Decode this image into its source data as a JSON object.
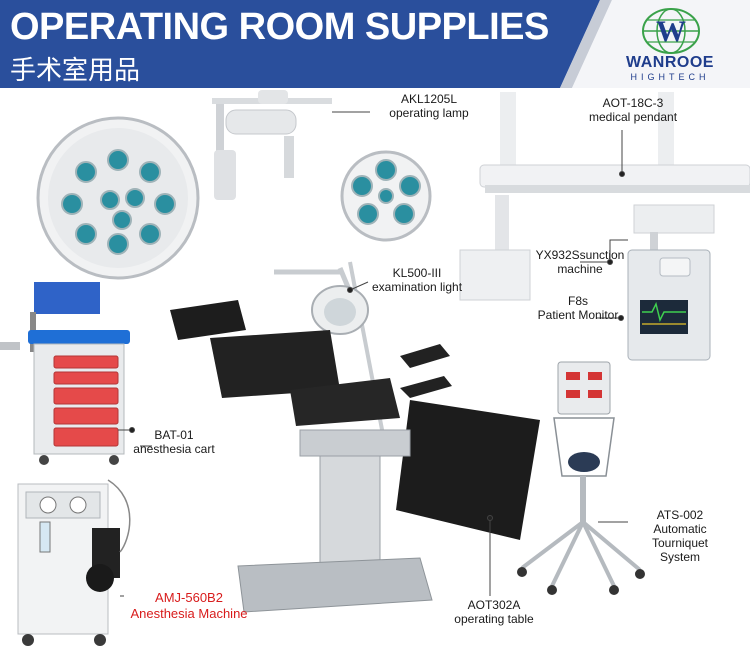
{
  "header": {
    "title": "OPERATING ROOM SUPPLIES",
    "subtitle": "手术室用品",
    "logo_name": "WANROOE",
    "logo_sub": "HIGHTECH",
    "colors": {
      "banner": "#2a4f9c",
      "stripe": "#c7ccd6",
      "logo_text": "#1f3d8c"
    }
  },
  "products": [
    {
      "id": "lamp",
      "line1": "AKL1205L",
      "line2": "operating lamp"
    },
    {
      "id": "pendant",
      "line1": "AOT-18C-3",
      "line2": "medical pendant"
    },
    {
      "id": "suction",
      "line1": "YX932Ssunction",
      "line2": "machine"
    },
    {
      "id": "exam-light",
      "line1": "KL500-III",
      "line2": "examination light"
    },
    {
      "id": "monitor",
      "line1": "F8s",
      "line2": "Patient Monitor"
    },
    {
      "id": "cart",
      "line1": "BAT-01",
      "line2": "anesthesia cart"
    },
    {
      "id": "tourniquet",
      "line1": "ATS-002",
      "line2": "Automatic",
      "line3": "Tourniquet",
      "line4": "System"
    },
    {
      "id": "anesthesia",
      "line1": "AMJ-560B2",
      "line2": "Anesthesia Machine"
    },
    {
      "id": "table",
      "line1": "AOT302A",
      "line2": "operating table"
    }
  ]
}
